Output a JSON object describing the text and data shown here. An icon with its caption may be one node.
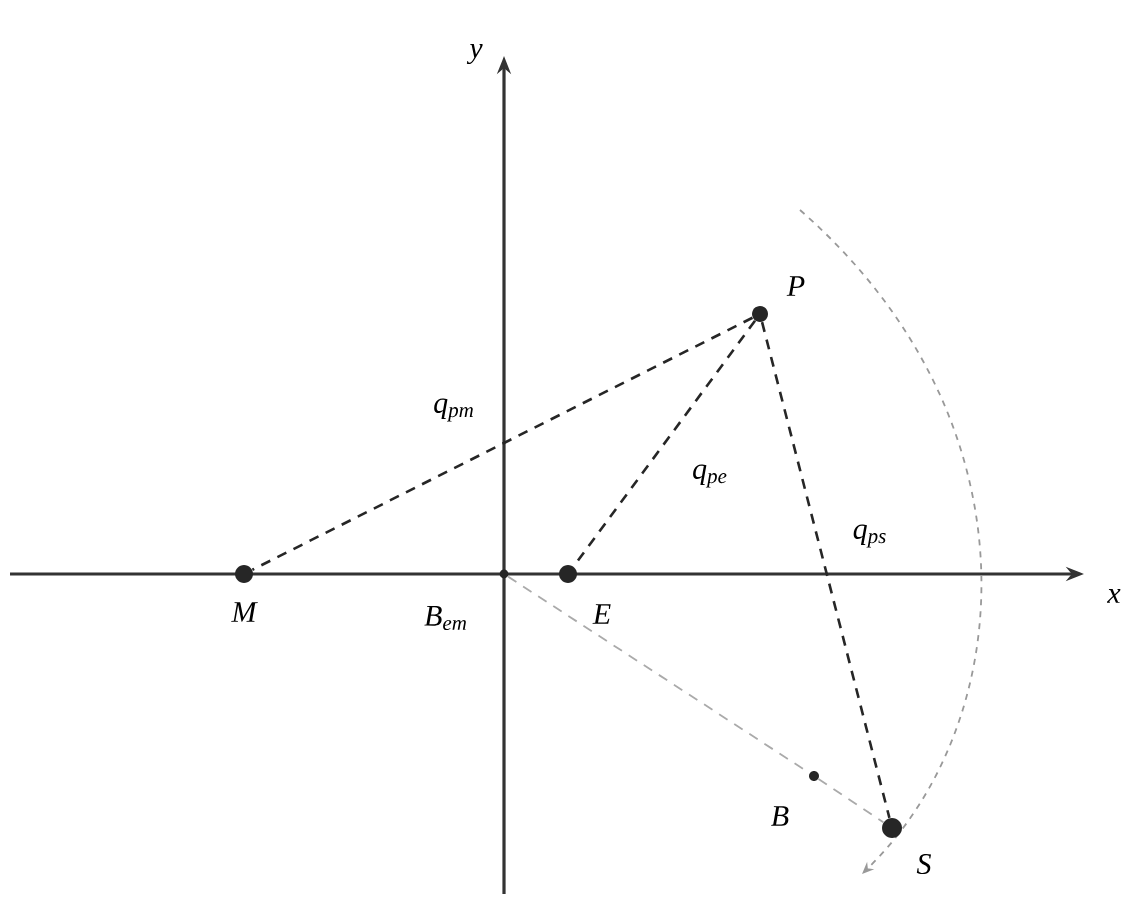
{
  "diagram": {
    "nodes": [
      {
        "text": [],
        "shape": "circle",
        "beside": [
          "M"
        ]
      },
      {
        "text": [],
        "shape": "circle",
        "beside": [
          "B$_{em}$"
        ]
      },
      {
        "text": [],
        "shape": "circle",
        "beside": [
          "E"
        ]
      },
      {
        "text": [],
        "shape": "circle",
        "beside": [
          "P"
        ]
      },
      {
        "text": [],
        "shape": "circle",
        "beside": [
          "B"
        ]
      },
      {
        "text": [],
        "shape": "circle",
        "beside": [
          "S"
        ]
      }
    ],
    "edges": [
      {
        "from": 3,
        "to": 0,
        "arrow": "none",
        "label": "q$_{pm}$",
        "style": "dashed"
      },
      {
        "from": 3,
        "to": 2,
        "arrow": "none",
        "label": "q$_{pe}$",
        "style": "dashed"
      },
      {
        "from": 3,
        "to": 5,
        "arrow": "none",
        "label": "q$_{ps}$",
        "style": "dashed"
      },
      {
        "from": 1,
        "to": 4,
        "arrow": "none",
        "style": "dashed",
        "color": "#aaaaaa"
      },
      {
        "from": 4,
        "to": 5,
        "arrow": "none",
        "style": "dashed",
        "color": "#aaaaaa"
      }
    ],
    "labels": [
      "y",
      "x"
    ]
  }
}
